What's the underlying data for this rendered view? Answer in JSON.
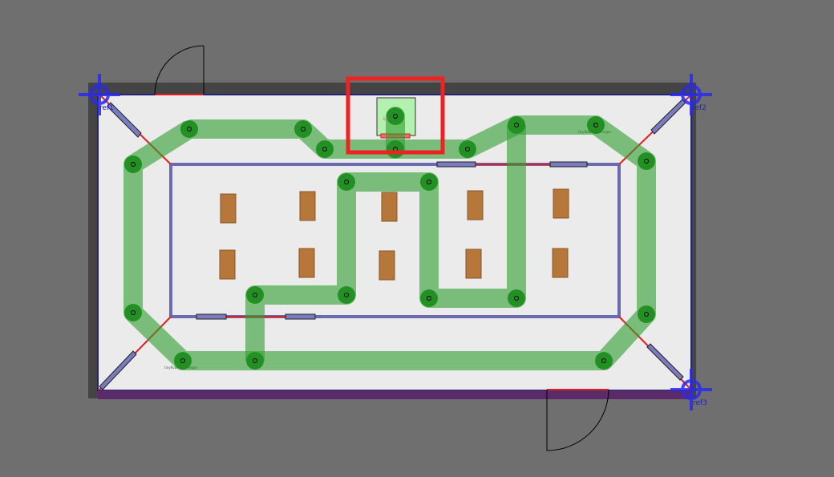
{
  "refs": [
    "ref1",
    "ref2",
    "ref3"
  ],
  "chargers": [
    "tinyRobot_1_charger",
    "tinyRobot_2_charger"
  ],
  "lift_label": "L1",
  "colors": {
    "background": "#6f6f6f",
    "floor": "#ebebeb",
    "lane": "#2e9e2e",
    "wall": "#6a6ab0",
    "door": "#e02020",
    "selection": "#ee2222"
  }
}
